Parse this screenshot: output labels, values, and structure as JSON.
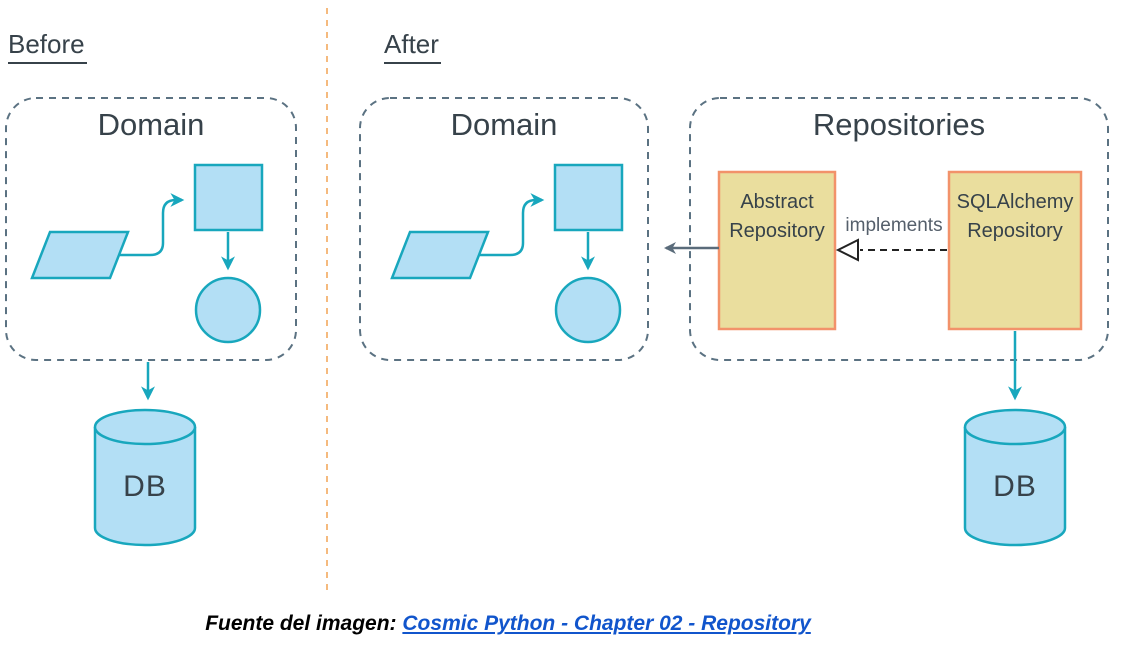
{
  "palette": {
    "shape_fill": "#B3DFF5",
    "shape_stroke": "#18A7BD",
    "box_border": "#5B7282",
    "repo_fill": "#EADE9E",
    "repo_stroke": "#F2926A",
    "arrow_gray": "#5A6B7A",
    "text_dark": "#37424A",
    "text_gray": "#555F6B",
    "link_blue": "#1155CC",
    "divider": "#F5BA7E"
  },
  "before": {
    "label": "Before",
    "domain_title": "Domain",
    "db_label": "DB"
  },
  "after": {
    "label": "After",
    "domain_title": "Domain",
    "db_label": "DB"
  },
  "repositories": {
    "title": "Repositories",
    "abstract": {
      "line1": "Abstract",
      "line2": "Repository"
    },
    "sqlalchemy": {
      "line1": "SQLAlchemy",
      "line2": "Repository"
    },
    "implements_label": "implements"
  },
  "caption": {
    "prefix": "Fuente del imagen:",
    "link_text": "Cosmic Python - Chapter 02 - Repository"
  }
}
